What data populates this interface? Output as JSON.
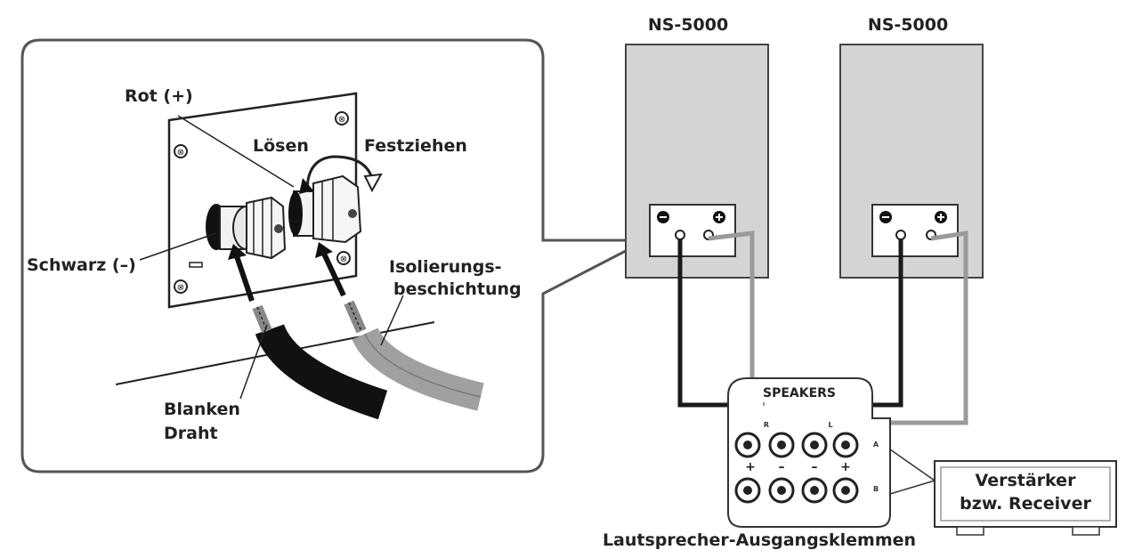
{
  "speakers": {
    "left_title": "NS-5000",
    "right_title": "NS-5000"
  },
  "detail": {
    "red_label": "Rot (+)",
    "loosen_label": "Lösen",
    "tighten_label": "Festziehen",
    "black_label": "Schwarz (–)",
    "insulation_line1": "Isolierungs-",
    "insulation_line2": "beschichtung",
    "bare_wire_line1": "Blanken",
    "bare_wire_line2": "Draht"
  },
  "terminal_panel": {
    "title": "SPEAKERS",
    "channel_r": "R",
    "channel_l": "L",
    "row_a": "A",
    "row_b": "B",
    "plus": "+",
    "minus": "–",
    "caption": "Lautsprecher-Ausgangsklemmen"
  },
  "amplifier": {
    "line1": "Verstärker",
    "line2": "bzw. Receiver"
  },
  "colors": {
    "speaker_cabinet": "#d4d4d4",
    "cable_black": "#1a1a1a",
    "cable_gray": "#9a9a9a",
    "outline": "#333333"
  }
}
